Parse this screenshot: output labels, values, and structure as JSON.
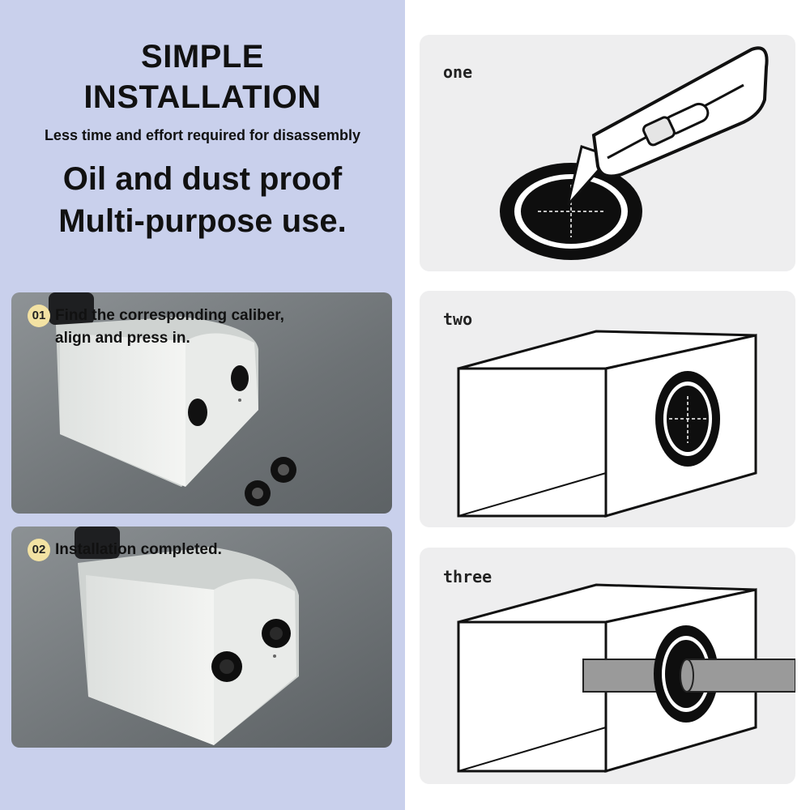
{
  "heading": {
    "title_line1": "SIMPLE",
    "title_line2": "INSTALLATION",
    "subtitle": "Less time and effort required for disassembly",
    "feature_line1": "Oil and dust proof",
    "feature_line2": "Multi-purpose use."
  },
  "steps": [
    {
      "number": "01",
      "text": "Find the corresponding caliber,\nalign and press in."
    },
    {
      "number": "02",
      "text": "Installation completed."
    }
  ],
  "diagram_cards": [
    {
      "label": "one"
    },
    {
      "label": "two"
    },
    {
      "label": "three"
    }
  ],
  "colors": {
    "left_background": "#c9d0ec",
    "card_background": "#eeeeef",
    "step_badge": "#f3e2a3"
  }
}
